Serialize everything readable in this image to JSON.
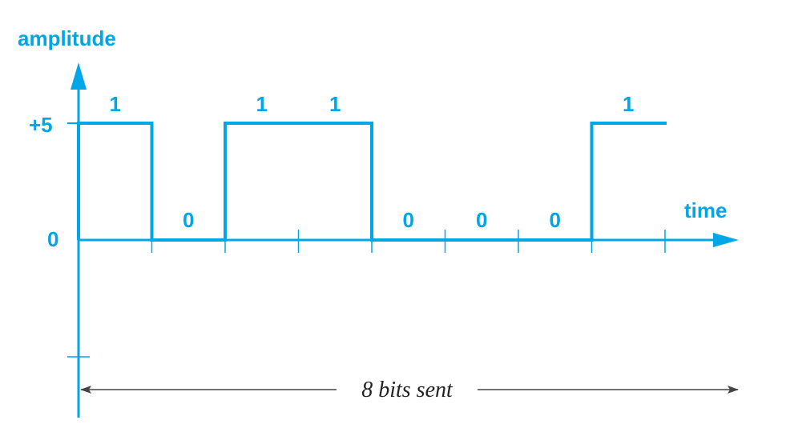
{
  "chart_data": {
    "type": "line",
    "subtype": "digital-signal-step",
    "bits": [
      1,
      0,
      1,
      1,
      0,
      0,
      0,
      1
    ],
    "bit_labels": [
      "1",
      "0",
      "1",
      "1",
      "0",
      "0",
      "0",
      "1"
    ],
    "levels": {
      "high": 5,
      "low": 0
    },
    "y_ticks": [
      {
        "value": 5,
        "label": "+5"
      },
      {
        "value": 0,
        "label": "0"
      }
    ],
    "ylabel": "amplitude",
    "xlabel": "time",
    "caption": "8 bits sent",
    "colors": {
      "signal": "#00A6E6",
      "axes": "#00A6E6",
      "caption_line": "#444444",
      "caption_text": "#222222"
    }
  }
}
